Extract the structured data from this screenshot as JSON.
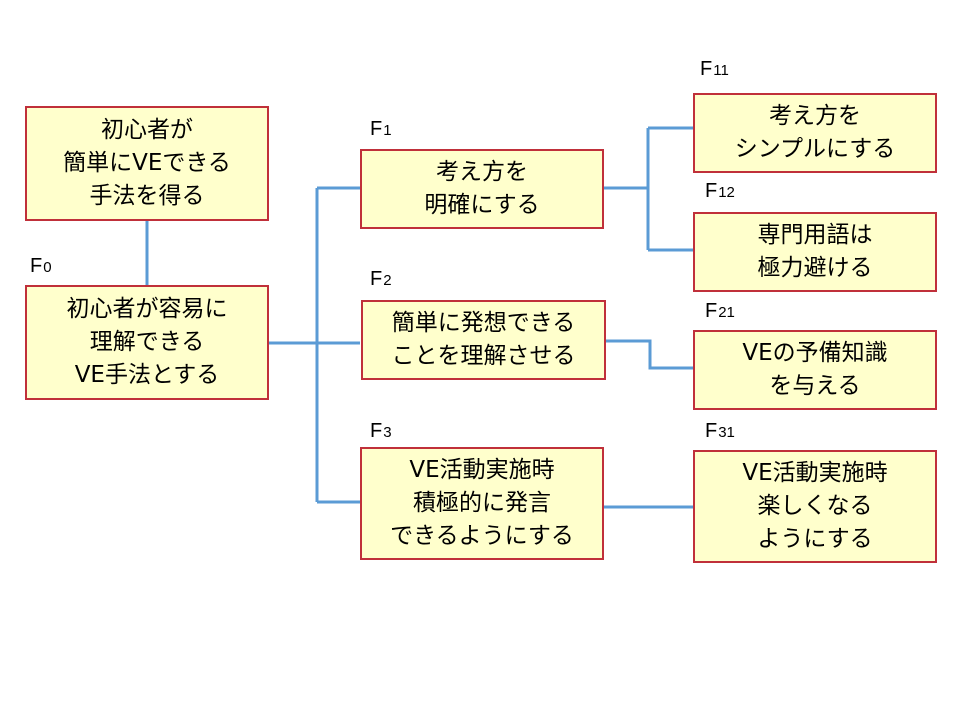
{
  "nodes": {
    "top": "初心者が\n簡単にVEできる\n手法を得る",
    "f0": "初心者が容易に\n理解できる\nVE手法とする",
    "f1": "考え方を\n明確にする",
    "f2": "簡単に発想できる\nことを理解させる",
    "f3": "VE活動実施時\n積極的に発言\nできるようにする",
    "f11": "考え方を\nシンプルにする",
    "f12": "専門用語は\n極力避ける",
    "f21": "VEの予備知識\nを与える",
    "f31": "VE活動実施時\n楽しくなる\nようにする"
  },
  "labels": {
    "f0": {
      "letter": "F",
      "sub": "0"
    },
    "f1": {
      "letter": "F",
      "sub": "1"
    },
    "f2": {
      "letter": "F",
      "sub": "2"
    },
    "f3": {
      "letter": "F",
      "sub": "3"
    },
    "f11": {
      "letter": "F",
      "sub": "11"
    },
    "f12": {
      "letter": "F",
      "sub": "12"
    },
    "f21": {
      "letter": "F",
      "sub": "21"
    },
    "f31": {
      "letter": "F",
      "sub": "31"
    }
  },
  "colors": {
    "box_fill": "#ffffcc",
    "box_border": "#c0303a",
    "connector": "#5b9bd5"
  }
}
